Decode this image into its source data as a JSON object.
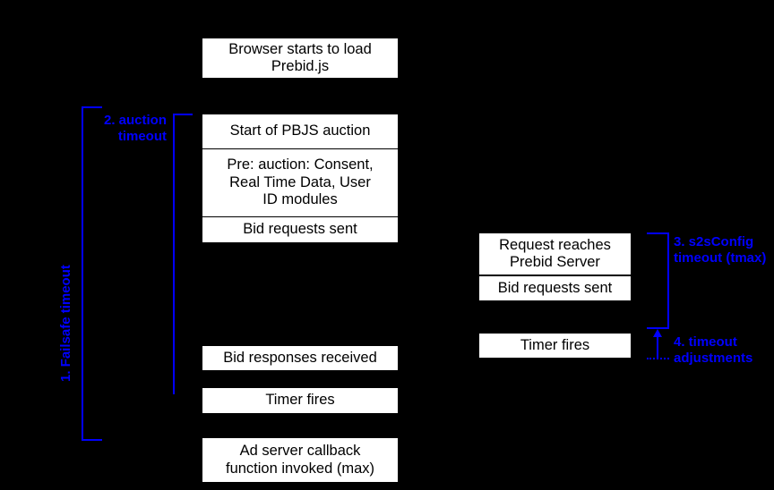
{
  "diagram": {
    "title": "Prebid.js auction timeout sequence",
    "background_color": "#000000",
    "box_fill": "#ffffff",
    "box_text_color": "#000000",
    "accent_color": "#0000ff"
  },
  "client_column": {
    "boxes": [
      {
        "id": "browser-load",
        "label": "Browser starts to load\nPrebid.js"
      },
      {
        "id": "auction-start",
        "label": "Start of PBJS auction"
      },
      {
        "id": "pre-auction",
        "label": "Pre: auction: Consent,\nReal Time Data, User\nID modules"
      },
      {
        "id": "bid-requests-sent",
        "label": "Bid requests sent"
      },
      {
        "id": "bid-responses-received",
        "label": "Bid responses received"
      },
      {
        "id": "timer-fires-client",
        "label": "Timer fires"
      },
      {
        "id": "ad-server-callback",
        "label": "Ad server callback\nfunction invoked (max)"
      }
    ]
  },
  "server_column": {
    "boxes": [
      {
        "id": "request-reaches-server",
        "label": "Request reaches\nPrebid Server"
      },
      {
        "id": "server-bid-requests-sent",
        "label": "Bid requests sent"
      },
      {
        "id": "timer-fires-server",
        "label": "Timer fires"
      }
    ]
  },
  "annotations": {
    "failsafe": {
      "number": "1.",
      "label": "1. Failsafe timeout"
    },
    "auction": {
      "number": "2.",
      "label": "2. auction\ntimeout"
    },
    "s2sconfig": {
      "number": "3.",
      "label": "3. s2sConfig\ntimeout (tmax)"
    },
    "adjustments": {
      "number": "4.",
      "label": "4. timeout\nadjustments"
    }
  }
}
